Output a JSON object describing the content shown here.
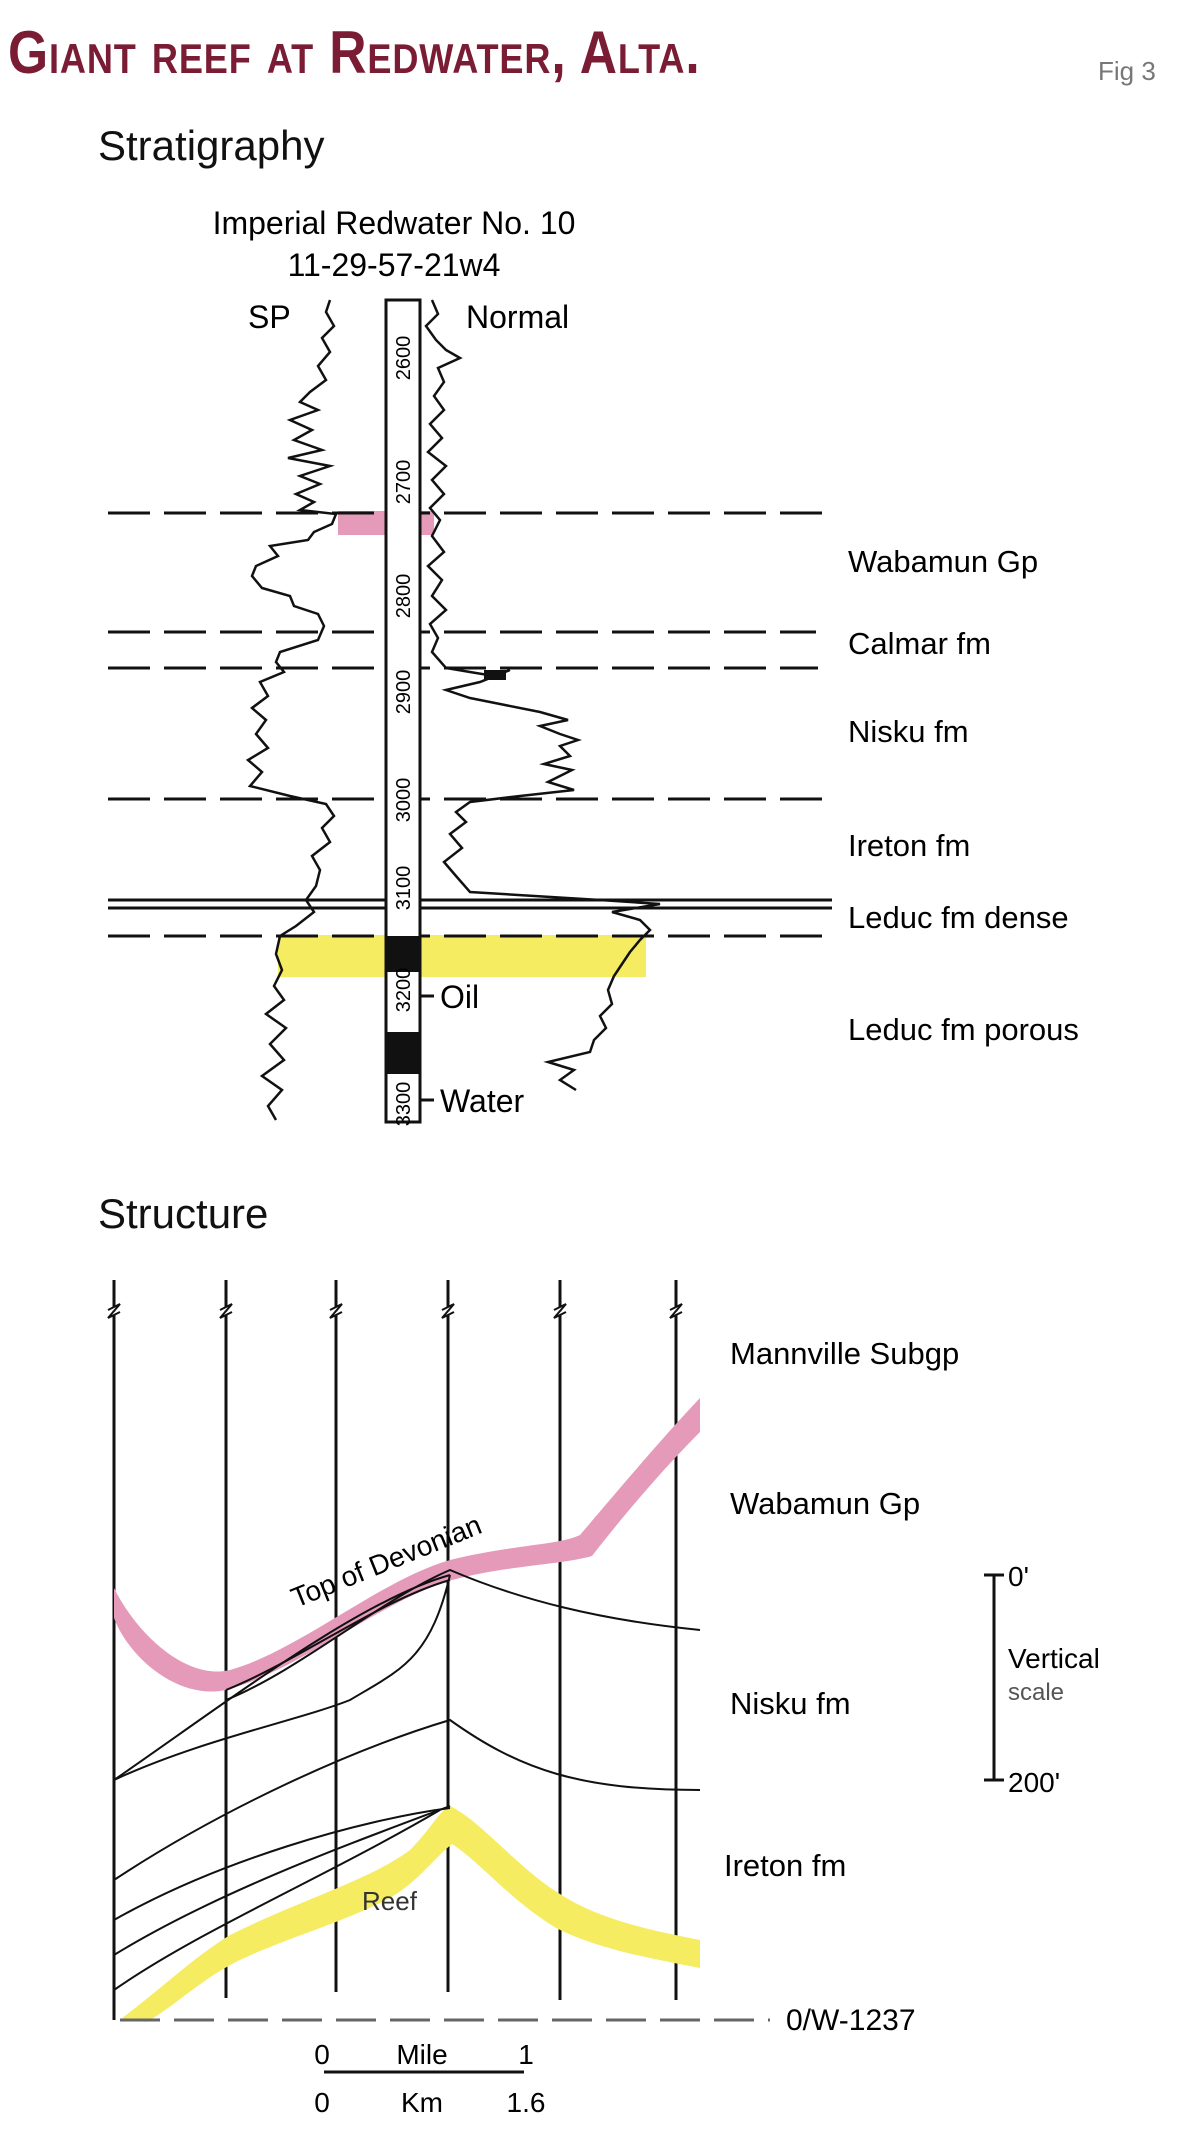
{
  "title": "Giant reef at Redwater, Alta.",
  "fig_label": "Fig 3",
  "stratigraphy": {
    "heading": "Stratigraphy",
    "well_name": "Imperial Redwater No. 10",
    "well_location": "11-29-57-21w4",
    "sp_label": "SP",
    "normal_label": "Normal",
    "depths": [
      "2600",
      "2700",
      "2800",
      "2900",
      "3000",
      "3100",
      "3200",
      "3300"
    ],
    "formations": [
      "Wabamun Gp",
      "Calmar fm",
      "Nisku fm",
      "Ireton fm",
      "Leduc fm dense",
      "Leduc fm porous"
    ],
    "oil_label": "Oil",
    "water_label": "Water"
  },
  "structure": {
    "heading": "Structure",
    "formations": [
      "Mannville Subgp",
      "Wabamun Gp",
      "Nisku fm",
      "Ireton fm"
    ],
    "top_label": "Top of Devonian",
    "reef_label": "Reef",
    "datum_label": "0/W-1237",
    "vscale": {
      "top": "0'",
      "label_line1": "Vertical",
      "label_line2": "scale",
      "bottom": "200'"
    },
    "hscale": {
      "mile_start": "0",
      "mile_label": "Mile",
      "mile_end": "1",
      "km_start": "0",
      "km_label": "Km",
      "km_end": "1.6"
    }
  },
  "colors": {
    "title": "#7a1c33",
    "pink": "#e59ab9",
    "yellow": "#f5ec62"
  }
}
